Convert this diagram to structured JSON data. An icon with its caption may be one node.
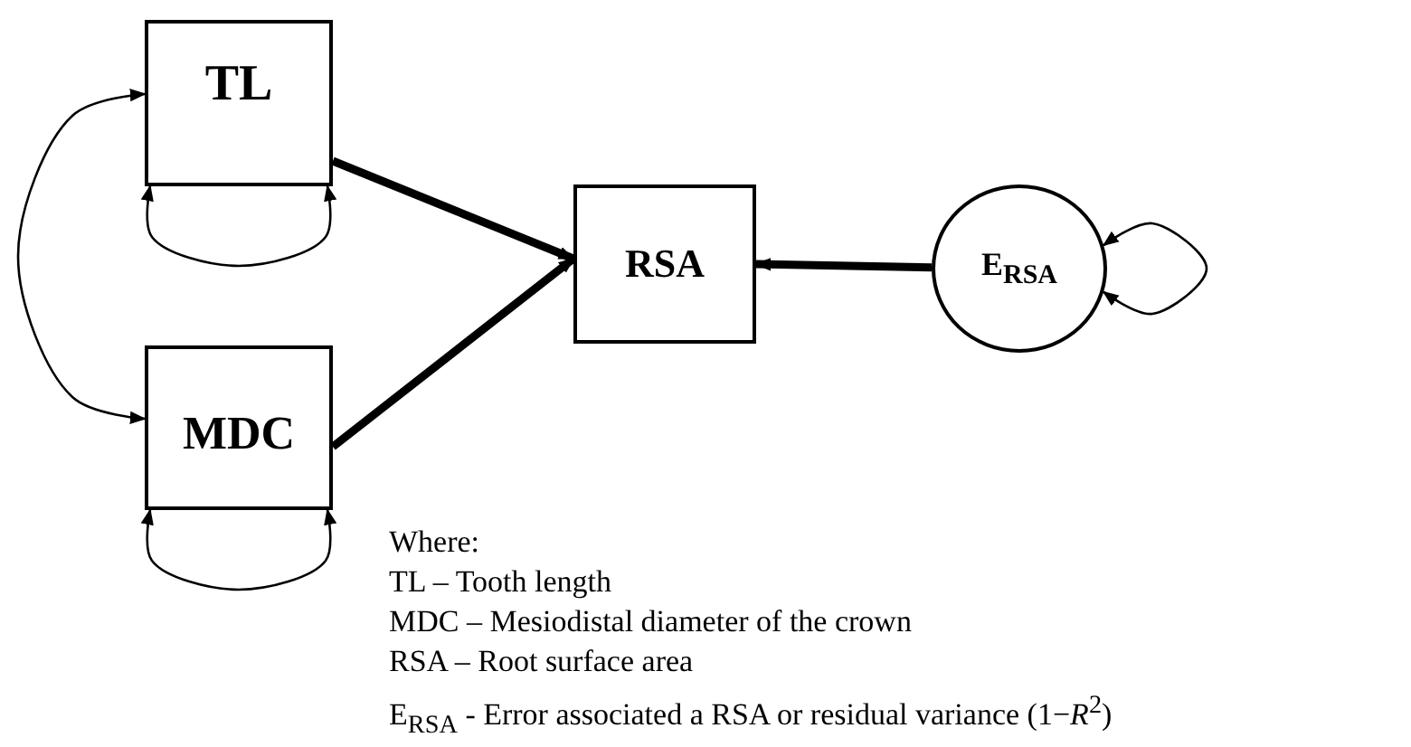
{
  "diagram": {
    "nodes": [
      {
        "text": [
          "TL"
        ]
      },
      {
        "text": [
          "MDC"
        ]
      },
      {
        "text": [
          "RSA"
        ]
      },
      {
        "text": [
          "E$_{RSA}$"
        ]
      }
    ],
    "edges": [
      {
        "from": 0,
        "to": 1,
        "arrow": "both"
      },
      {
        "from": 0,
        "to": 0,
        "arrow": "both"
      },
      {
        "from": 1,
        "to": 1,
        "arrow": "both"
      },
      {
        "from": 0,
        "to": 2,
        "arrow": "to",
        "style": "thick"
      },
      {
        "from": 1,
        "to": 2,
        "arrow": "to",
        "style": "thick"
      },
      {
        "from": 3,
        "to": 2,
        "arrow": "to",
        "style": "thick"
      },
      {
        "from": 3,
        "to": 3,
        "arrow": "both"
      }
    ],
    "labels": [
      "Where:",
      "TL – Tooth length",
      "MDC – Mesiodistal diameter of the crown",
      "RSA – Root surface area",
      "E$_{RSA}$ - Error associated a RSA or residual variance (1−*R*$^{2}$)"
    ]
  }
}
